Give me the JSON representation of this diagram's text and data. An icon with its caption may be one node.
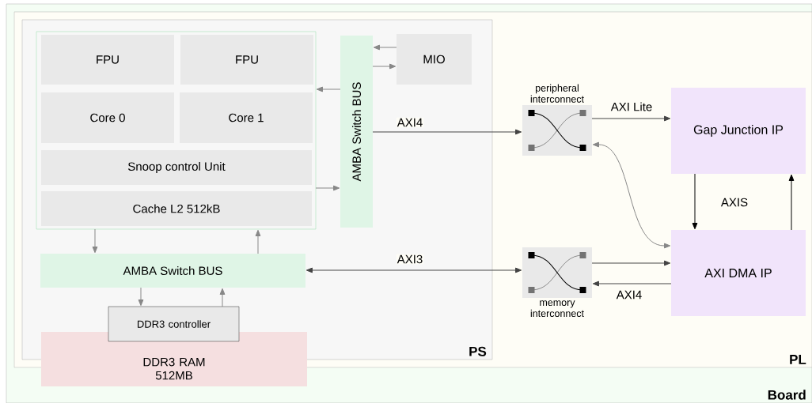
{
  "diagram": {
    "nodes": [
      {
        "text": [
          "Board"
        ]
      },
      {
        "text": [
          "PL"
        ],
        "in": 0
      },
      {
        "text": [
          "PS"
        ],
        "in": 1
      },
      {
        "text": [],
        "shape": "box",
        "in": 2
      },
      {
        "text": [
          "FPU"
        ],
        "in": 3
      },
      {
        "text": [
          "FPU"
        ],
        "in": 3
      },
      {
        "text": [
          "Core 0"
        ],
        "in": 3
      },
      {
        "text": [
          "Core 1"
        ],
        "in": 3
      },
      {
        "text": [
          "Snoop control Unit"
        ],
        "in": 3
      },
      {
        "text": [
          "Cache L2 512kB"
        ],
        "in": 3
      },
      {
        "text": [
          "AMBA Switch BUS"
        ],
        "in": 2
      },
      {
        "text": [
          "MIO"
        ],
        "in": 2
      },
      {
        "text": [
          "AMBA Switch BUS"
        ],
        "in": 2
      },
      {
        "text": [
          "DDR3 controller"
        ],
        "in": 2
      },
      {
        "text": [
          "DDR3 RAM 512MB"
        ],
        "in": 0
      },
      {
        "text": [
          "peripheral interconnect"
        ],
        "in": 1
      },
      {
        "text": [
          "Gap Junction IP"
        ],
        "in": 1
      },
      {
        "text": [
          "memory interconnect"
        ],
        "in": 1
      },
      {
        "text": [
          "AXI DMA IP"
        ],
        "in": 1
      }
    ],
    "edges": [
      {
        "from": 11,
        "to": 10,
        "arrow": "to"
      },
      {
        "from": 10,
        "to": 11,
        "arrow": "to"
      },
      {
        "from": 10,
        "to": 3,
        "arrow": "to"
      },
      {
        "from": 3,
        "to": 10,
        "arrow": "to"
      },
      {
        "from": 3,
        "to": 12,
        "arrow": "to"
      },
      {
        "from": 12,
        "to": 3,
        "arrow": "to"
      },
      {
        "from": 12,
        "to": 13,
        "arrow": "to"
      },
      {
        "from": 13,
        "to": 12,
        "arrow": "to"
      },
      {
        "from": 10,
        "to": 15,
        "arrow": "to",
        "label": "AXI4",
        "color": "#444444"
      },
      {
        "from": 12,
        "to": 17,
        "arrow": "both",
        "label": "AXI3",
        "color": "#444444"
      },
      {
        "from": 15,
        "to": 16,
        "arrow": "to",
        "label": "AXI Lite",
        "color": "#444444"
      },
      {
        "from": 15,
        "to": 18,
        "arrow": "both"
      },
      {
        "from": 17,
        "to": 18,
        "arrow": "to",
        "color": "#444444"
      },
      {
        "from": 18,
        "to": 17,
        "arrow": "to",
        "label": "AXI4",
        "color": "#444444"
      },
      {
        "from": 16,
        "to": 18,
        "arrow": "to",
        "color": "#000000"
      },
      {
        "from": 18,
        "to": 16,
        "arrow": "to",
        "color": "#000000"
      }
    ],
    "labels": [
      "AXIS"
    ]
  }
}
